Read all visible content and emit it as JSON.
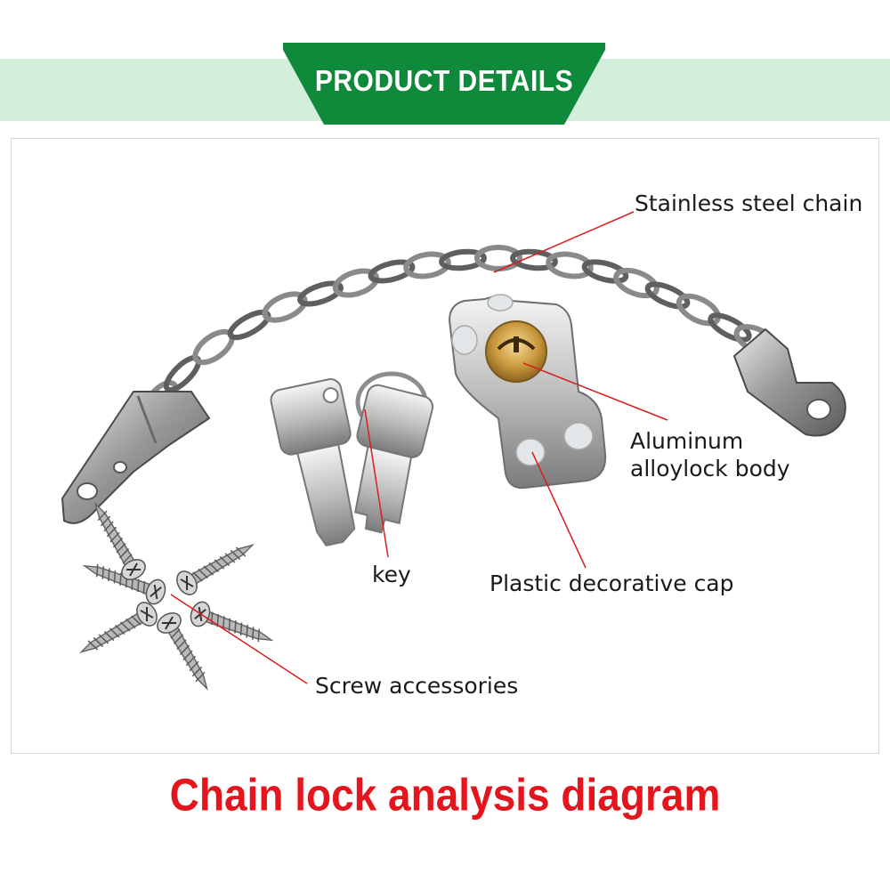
{
  "banner": {
    "title": "PRODUCT DETAILS"
  },
  "labels": {
    "chain": "Stainless steel chain",
    "body": "Aluminum\nalloylock body",
    "key": "key",
    "cap": "Plastic decorative cap",
    "screws": "Screw accessories"
  },
  "footer": {
    "title": "Chain lock analysis diagram"
  },
  "colors": {
    "banner_green": "#0f8a3a",
    "banner_band": "#d4eedc",
    "leader_line": "#d81e1e",
    "footer_text": "#e4151c"
  }
}
